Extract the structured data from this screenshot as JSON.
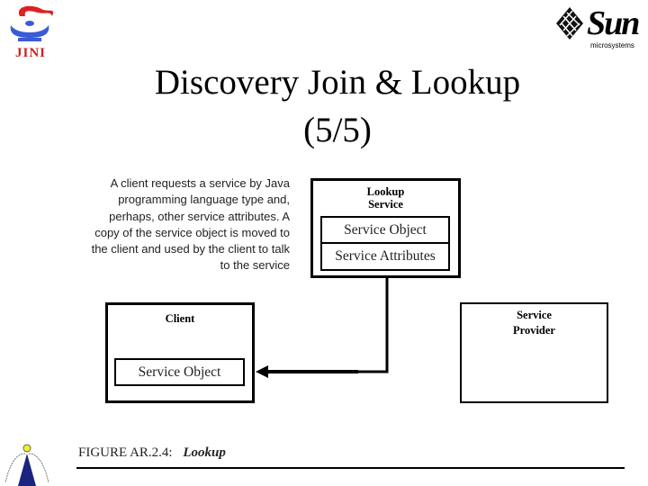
{
  "logos": {
    "left": "JINI",
    "right": "Sun microsystems"
  },
  "title": {
    "line1": "Discovery Join & Lookup",
    "line2": "(5/5)"
  },
  "description": "A client requests a service by Java programming language type and, perhaps, other service attributes. A copy of the service object is moved to the client and used by the client to talk to the service",
  "lookup": {
    "title_line1": "Lookup",
    "title_line2": "Service",
    "object": "Service Object",
    "attributes": "Service Attributes"
  },
  "client": {
    "title": "Client",
    "object": "Service Object"
  },
  "provider": {
    "title_line1": "Service",
    "title_line2": "Provider"
  },
  "caption": {
    "prefix": "FIGURE AR.2.4:",
    "name": "Lookup"
  }
}
